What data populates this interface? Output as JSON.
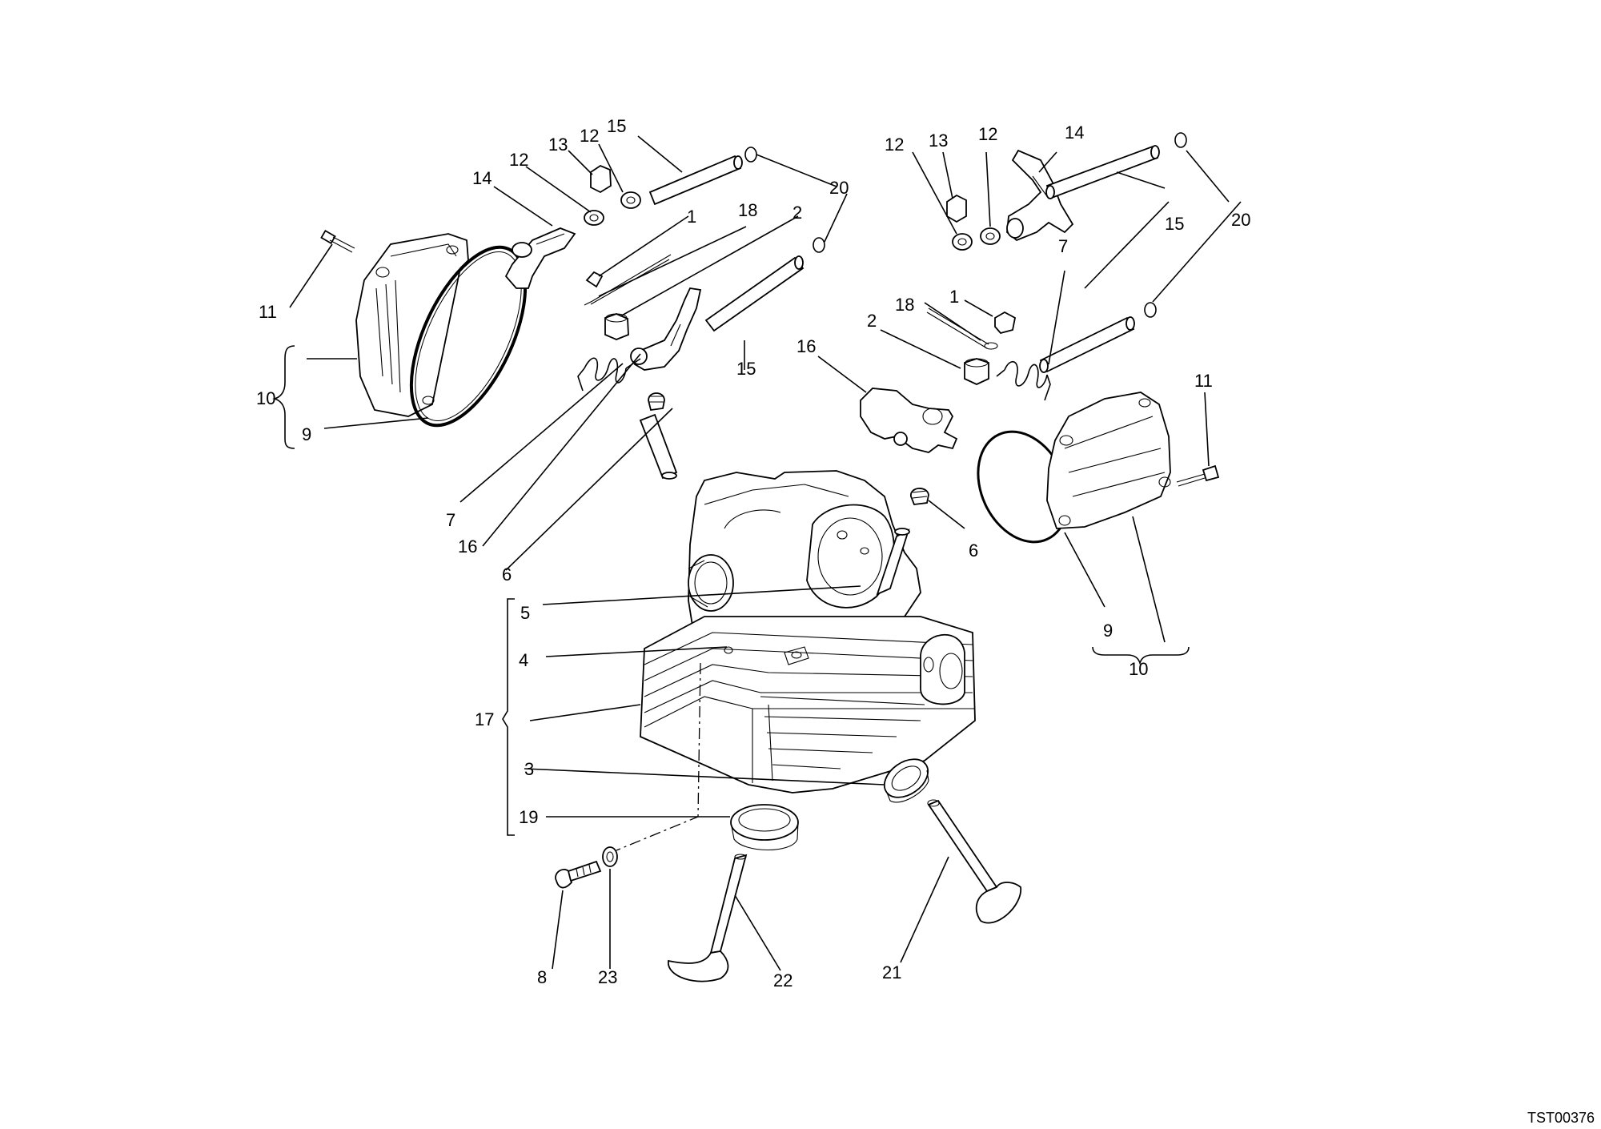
{
  "drawing": {
    "code": "TST00376",
    "callouts": [
      {
        "id": "c-13-left",
        "text": "13"
      },
      {
        "id": "c-12-left-a",
        "text": "12"
      },
      {
        "id": "c-15-left-top",
        "text": "15"
      },
      {
        "id": "c-12-left-b",
        "text": "12"
      },
      {
        "id": "c-14-left",
        "text": "14"
      },
      {
        "id": "c-1-left",
        "text": "1"
      },
      {
        "id": "c-18-left",
        "text": "18"
      },
      {
        "id": "c-2-left",
        "text": "2"
      },
      {
        "id": "c-20-left",
        "text": "20"
      },
      {
        "id": "c-11-left",
        "text": "11"
      },
      {
        "id": "c-15-left-mid",
        "text": "15"
      },
      {
        "id": "c-10-left",
        "text": "10"
      },
      {
        "id": "c-9-left",
        "text": "9"
      },
      {
        "id": "c-7-left",
        "text": "7"
      },
      {
        "id": "c-16-left",
        "text": "16"
      },
      {
        "id": "c-6-left",
        "text": "6"
      },
      {
        "id": "c-5",
        "text": "5"
      },
      {
        "id": "c-4",
        "text": "4"
      },
      {
        "id": "c-17",
        "text": "17"
      },
      {
        "id": "c-3",
        "text": "3"
      },
      {
        "id": "c-19",
        "text": "19"
      },
      {
        "id": "c-8",
        "text": "8"
      },
      {
        "id": "c-23",
        "text": "23"
      },
      {
        "id": "c-22",
        "text": "22"
      },
      {
        "id": "c-21",
        "text": "21"
      },
      {
        "id": "c-12-right-a",
        "text": "12"
      },
      {
        "id": "c-13-right",
        "text": "13"
      },
      {
        "id": "c-12-right-b",
        "text": "12"
      },
      {
        "id": "c-14-right",
        "text": "14"
      },
      {
        "id": "c-20-right",
        "text": "20"
      },
      {
        "id": "c-15-right",
        "text": "15"
      },
      {
        "id": "c-7-right",
        "text": "7"
      },
      {
        "id": "c-18-right",
        "text": "18"
      },
      {
        "id": "c-1-right",
        "text": "1"
      },
      {
        "id": "c-2-right",
        "text": "2"
      },
      {
        "id": "c-16-right",
        "text": "16"
      },
      {
        "id": "c-11-right",
        "text": "11"
      },
      {
        "id": "c-6-right",
        "text": "6"
      },
      {
        "id": "c-9-right",
        "text": "9"
      },
      {
        "id": "c-10-right",
        "text": "10"
      }
    ]
  }
}
